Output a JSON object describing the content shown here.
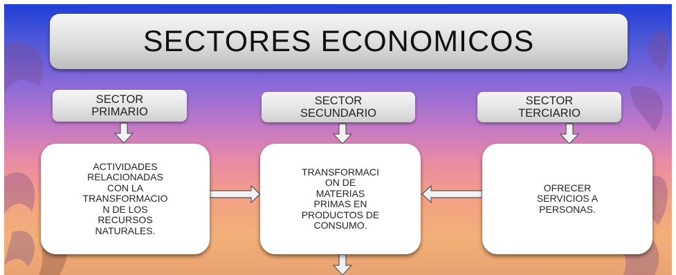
{
  "title": "SECTORES ECONOMICOS",
  "sectors": [
    {
      "label": "SECTOR\nPRIMARIO",
      "description": "ACTIVIDADES\nRELACIONADAS\nCON LA\nTRANSFORMACIO\nN  DE LOS\nRECURSOS\nNATURALES."
    },
    {
      "label": "SECTOR\nSECUNDARIO",
      "description": "TRANSFORMACI\nON DE\nMATERIAS\nPRIMAS EN\nPRODUCTOS DE\nCONSUMO."
    },
    {
      "label": "SECTOR\nTERCIARIO",
      "description": "OFRECER\nSERVICIOS A\nPERSONAS."
    }
  ],
  "colors": {
    "background_top": "#1f3fd6",
    "background_bottom": "#e9a272",
    "box_fill": "#ffffff",
    "header_fill": "#e2e2e2"
  }
}
